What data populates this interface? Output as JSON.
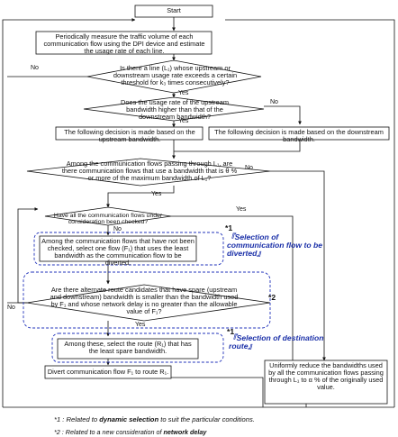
{
  "start": "Start",
  "measure": "Periodically measure the traffic volume of each communication flow using the DPI device and estimate the usage rate of each line.",
  "q_line": "Is there a line (L₁) whose upstream or downstream usage rate exceeds a certain threshold for k₃ times consecutively?",
  "q_updown": "Does the usage rate of the upstream bandwidth higher than that of the downstream bandwidth?",
  "decide_up": "The following decision is made based on the upstream bandwidth.",
  "decide_down": "The following decision is made based on the downstream bandwidth.",
  "q_flows": "Among the communication flows passing through L₁, are there communication flows that use a bandwidth that is θ % or more of the maximum bandwidth of L₁?",
  "q_checked": "Have all the communication flows under consideration been checked?",
  "select_flow": "Among the communication flows that have not been checked, select one flow (F₁) that uses the least bandwidth as the communication flow to be diverted.",
  "q_alt": "Are there alternate route candidates that have spare (upstream and downstream) bandwidth is smaller than the bandwidth used by F₁ and whose network delay is no greater than the allowable value of F₁?",
  "select_route": "Among these, select the route (R₁) that has the least spare bandwidth.",
  "divert": "Divert communication flow F₁ to route R₁.",
  "uniform": "Uniformly reduce the bandwidths used by all the communication flows passing through L₁ to α % of the originally used value.",
  "labels": {
    "yes": "Yes",
    "no": "No",
    "star1": "*1",
    "star2": "*2"
  },
  "note_flow": "『Selection of communication flow to be diverted』",
  "note_route": "『Selection of destination route』",
  "footnote1": {
    "prefix": "*1 : Related to ",
    "bold": "dynamic selection",
    "suffix": " to suit the particular conditions."
  },
  "footnote2": {
    "prefix": "*2 : Related to a new consideration of ",
    "bold": "network delay",
    "suffix": ""
  },
  "colors": {
    "note_blue": "#1a2fa8",
    "dash_blue": "#2233bb",
    "line": "#111111"
  }
}
